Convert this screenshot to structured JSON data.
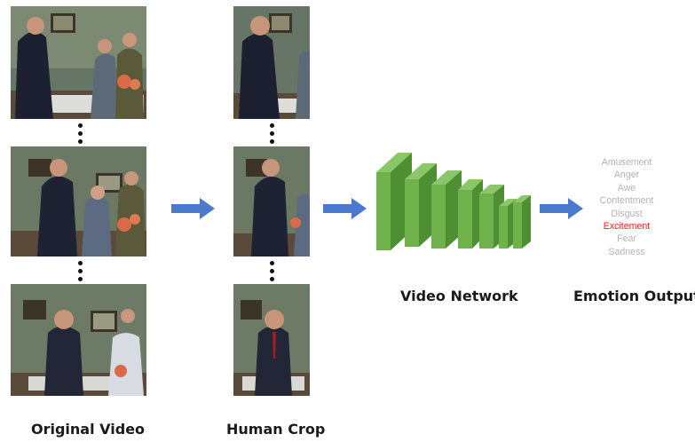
{
  "captions": {
    "original_video": "Original Video",
    "human_crop": "Human Crop",
    "video_network": "Video Network",
    "emotion_output": "Emotion Output"
  },
  "emotions": [
    {
      "label": "Amusement",
      "highlighted": false
    },
    {
      "label": "Anger",
      "highlighted": false
    },
    {
      "label": "Awe",
      "highlighted": false
    },
    {
      "label": "Contentment",
      "highlighted": false
    },
    {
      "label": "Disgust",
      "highlighted": false
    },
    {
      "label": "Excitement",
      "highlighted": true
    },
    {
      "label": "Fear",
      "highlighted": false
    },
    {
      "label": "Sadness",
      "highlighted": false
    }
  ],
  "colors": {
    "arrow": "#4a7ad0",
    "layer_front": "#6fb14b",
    "layer_side": "#4e8f34",
    "layer_top": "#8cc66a",
    "highlight": "#ff1a1a",
    "muted_text": "#b4b4b4"
  }
}
